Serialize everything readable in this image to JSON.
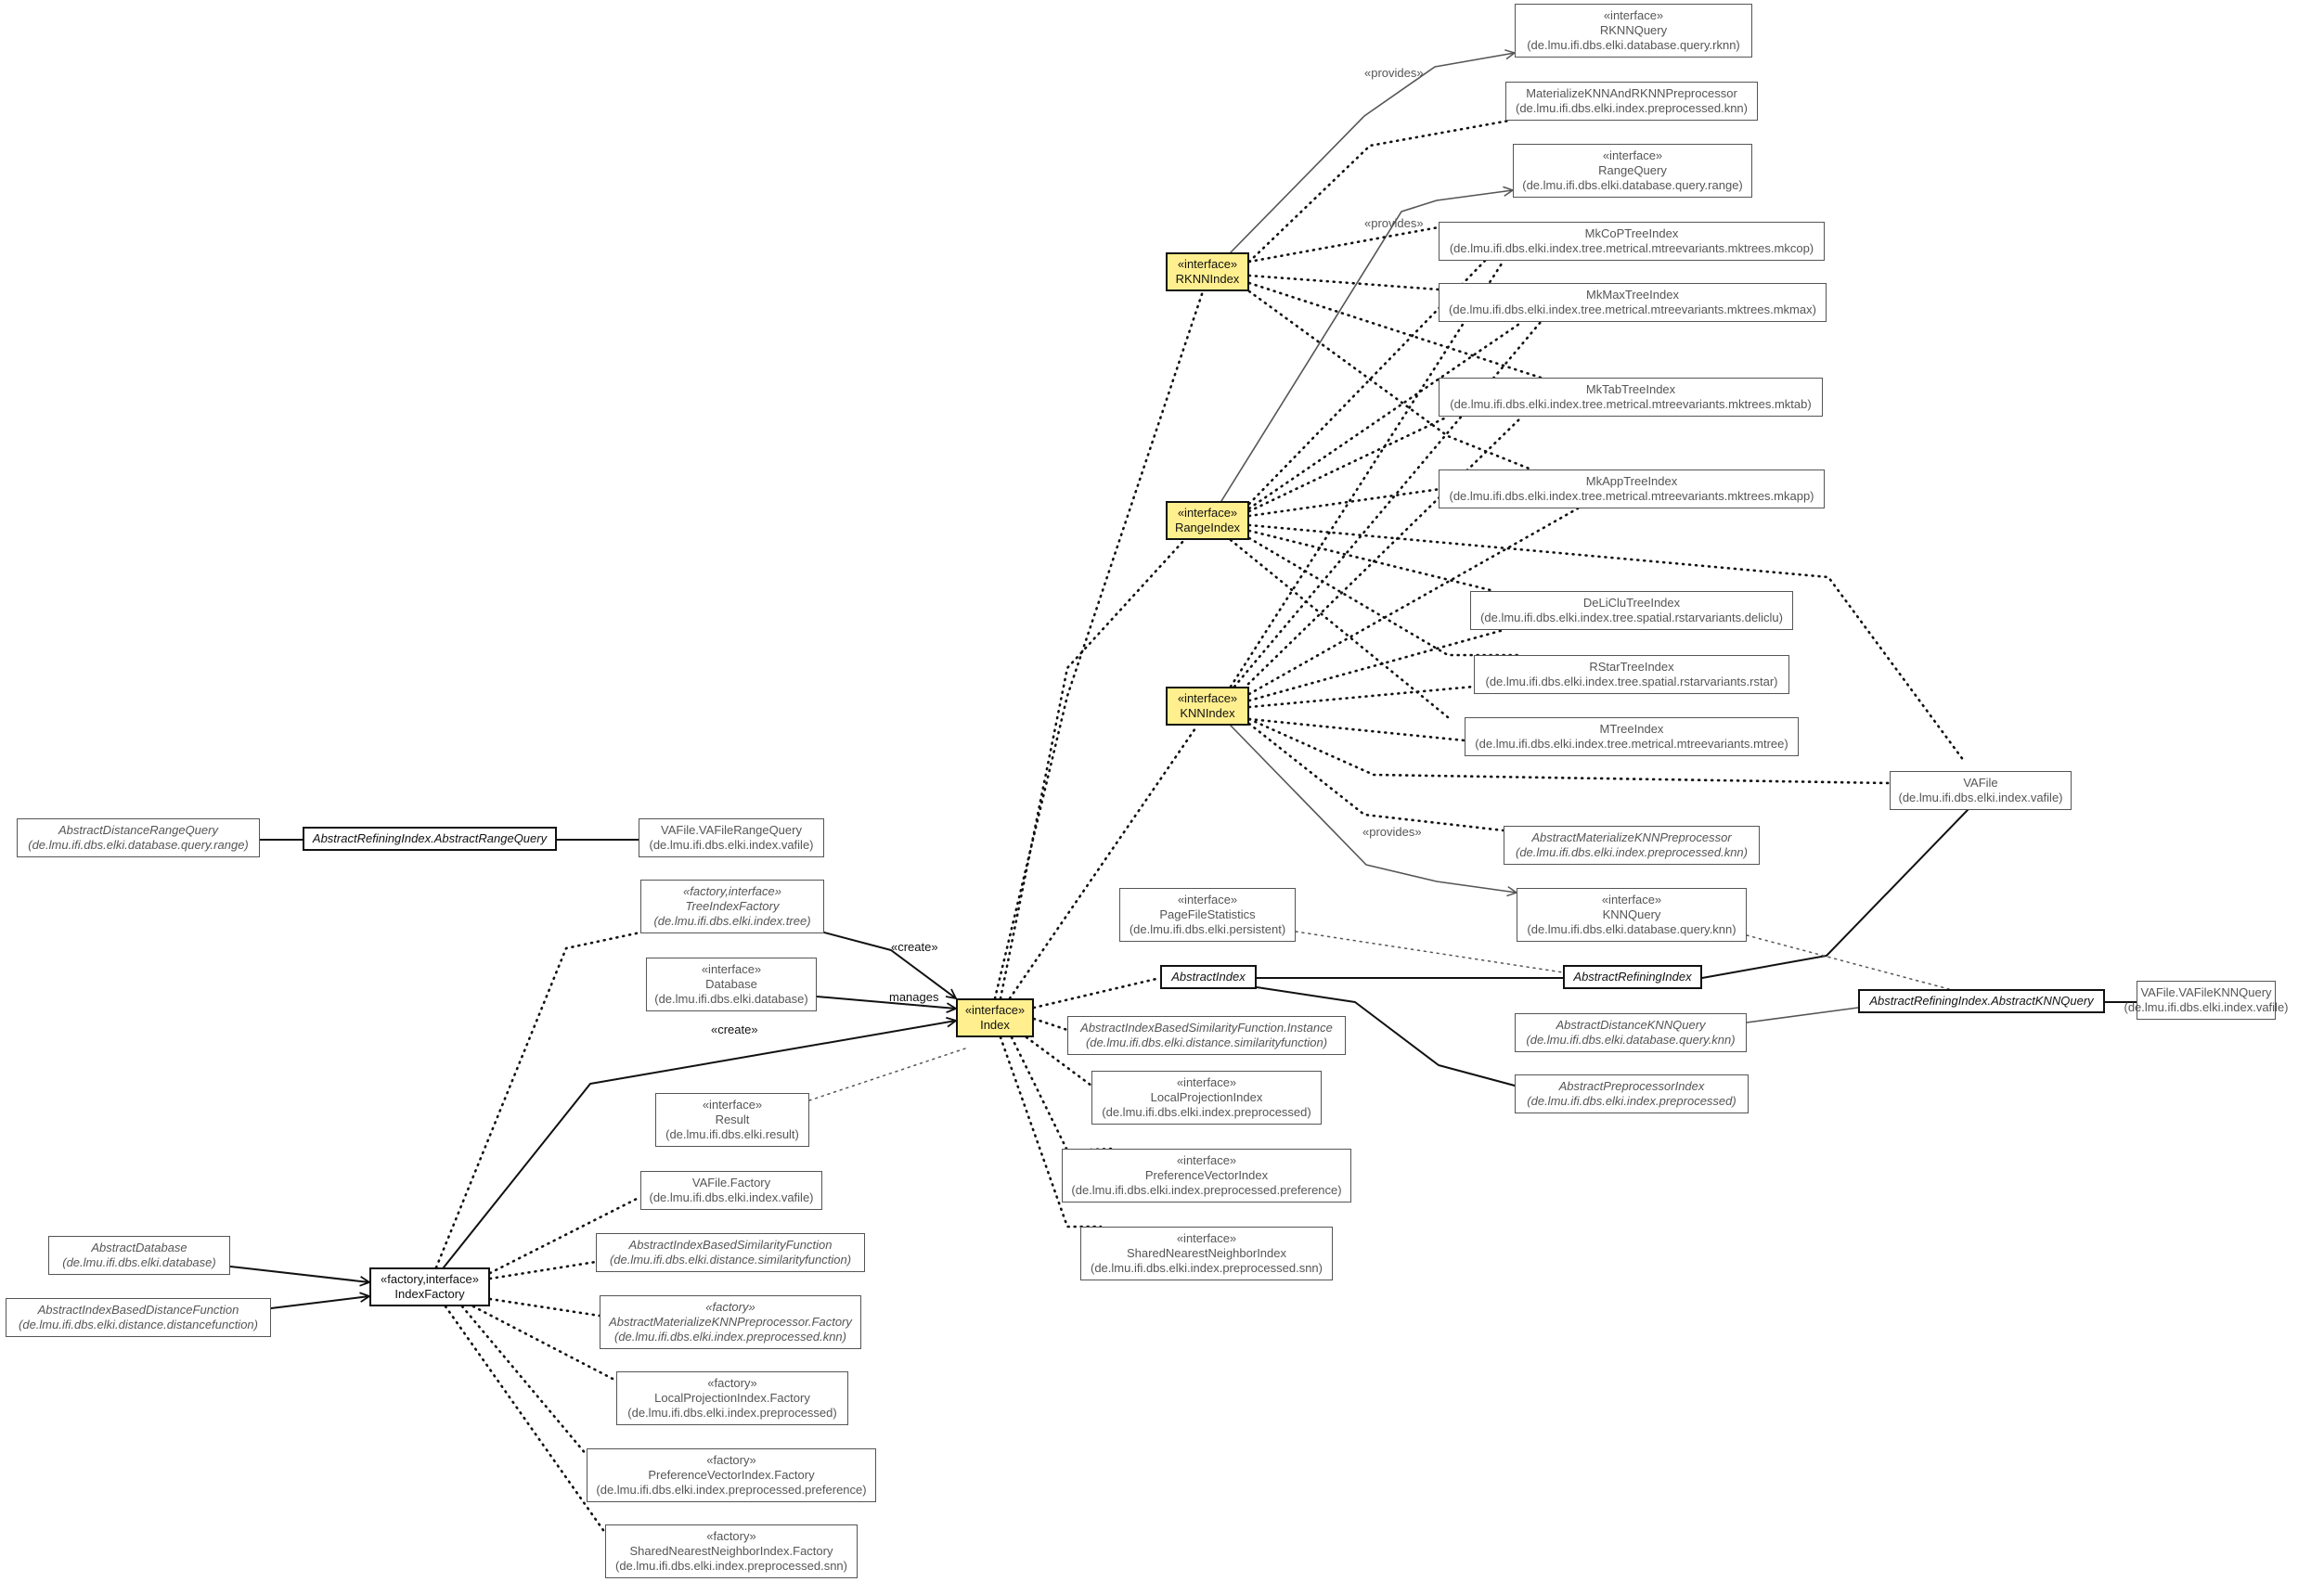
{
  "nodes": [
    {
      "id": "RKNNQuery",
      "lines": [
        "«interface»",
        "RKNNQuery",
        "(de.lmu.ifi.dbs.elki.database.query.rknn)"
      ],
      "style": "normal"
    },
    {
      "id": "MatRKNN",
      "lines": [
        "MaterializeKNNAndRKNNPreprocessor",
        "(de.lmu.ifi.dbs.elki.index.preprocessed.knn)"
      ],
      "style": "normal"
    },
    {
      "id": "RangeQuery",
      "lines": [
        "«interface»",
        "RangeQuery",
        "(de.lmu.ifi.dbs.elki.database.query.range)"
      ],
      "style": "normal"
    },
    {
      "id": "MkCoP",
      "lines": [
        "MkCoPTreeIndex",
        "(de.lmu.ifi.dbs.elki.index.tree.metrical.mtreevariants.mktrees.mkcop)"
      ],
      "style": "normal"
    },
    {
      "id": "MkMax",
      "lines": [
        "MkMaxTreeIndex",
        "(de.lmu.ifi.dbs.elki.index.tree.metrical.mtreevariants.mktrees.mkmax)"
      ],
      "style": "normal"
    },
    {
      "id": "MkTab",
      "lines": [
        "MkTabTreeIndex",
        "(de.lmu.ifi.dbs.elki.index.tree.metrical.mtreevariants.mktrees.mktab)"
      ],
      "style": "normal"
    },
    {
      "id": "MkApp",
      "lines": [
        "MkAppTreeIndex",
        "(de.lmu.ifi.dbs.elki.index.tree.metrical.mtreevariants.mktrees.mkapp)"
      ],
      "style": "normal"
    },
    {
      "id": "DeLiClu",
      "lines": [
        "DeLiCluTreeIndex",
        "(de.lmu.ifi.dbs.elki.index.tree.spatial.rstarvariants.deliclu)"
      ],
      "style": "normal"
    },
    {
      "id": "RStar",
      "lines": [
        "RStarTreeIndex",
        "(de.lmu.ifi.dbs.elki.index.tree.spatial.rstarvariants.rstar)"
      ],
      "style": "normal"
    },
    {
      "id": "MTree",
      "lines": [
        "MTreeIndex",
        "(de.lmu.ifi.dbs.elki.index.tree.metrical.mtreevariants.mtree)"
      ],
      "style": "normal"
    },
    {
      "id": "VAFile",
      "lines": [
        "VAFile",
        "(de.lmu.ifi.dbs.elki.index.vafile)"
      ],
      "style": "normal"
    },
    {
      "id": "AbsMatKNN",
      "lines": [
        "AbstractMaterializeKNNPreprocessor",
        "(de.lmu.ifi.dbs.elki.index.preprocessed.knn)"
      ],
      "style": "abstract"
    },
    {
      "id": "KNNQuery",
      "lines": [
        "«interface»",
        "KNNQuery",
        "(de.lmu.ifi.dbs.elki.database.query.knn)"
      ],
      "style": "normal"
    },
    {
      "id": "PageFileStats",
      "lines": [
        "«interface»",
        "PageFileStatistics",
        "(de.lmu.ifi.dbs.elki.persistent)"
      ],
      "style": "normal"
    },
    {
      "id": "AbstractIndex",
      "lines": [
        "AbstractIndex"
      ],
      "style": "bold-abstract"
    },
    {
      "id": "AbstractRefiningIndex",
      "lines": [
        "AbstractRefiningIndex"
      ],
      "style": "bold-abstract"
    },
    {
      "id": "ARIKNNQuery",
      "lines": [
        "AbstractRefiningIndex.AbstractKNNQuery"
      ],
      "style": "bold-abstract"
    },
    {
      "id": "VAFileKNNQuery",
      "lines": [
        "VAFile.VAFileKNNQuery",
        "(de.lmu.ifi.dbs.elki.index.vafile)"
      ],
      "style": "normal"
    },
    {
      "id": "AbsDistKNNQuery",
      "lines": [
        "AbstractDistanceKNNQuery",
        "(de.lmu.ifi.dbs.elki.database.query.knn)"
      ],
      "style": "abstract"
    },
    {
      "id": "AbsPreprocIndex",
      "lines": [
        "AbstractPreprocessorIndex",
        "(de.lmu.ifi.dbs.elki.index.preprocessed)"
      ],
      "style": "abstract"
    },
    {
      "id": "RKNNIndex",
      "lines": [
        "«interface»",
        "RKNNIndex"
      ],
      "style": "highlight"
    },
    {
      "id": "RangeIndex",
      "lines": [
        "«interface»",
        "RangeIndex"
      ],
      "style": "highlight"
    },
    {
      "id": "KNNIndex",
      "lines": [
        "«interface»",
        "KNNIndex"
      ],
      "style": "highlight"
    },
    {
      "id": "Index",
      "lines": [
        "«interface»",
        "Index"
      ],
      "style": "highlight"
    },
    {
      "id": "AbsDistRangeQuery",
      "lines": [
        "AbstractDistanceRangeQuery",
        "(de.lmu.ifi.dbs.elki.database.query.range)"
      ],
      "style": "abstract"
    },
    {
      "id": "ARIRangeQuery",
      "lines": [
        "AbstractRefiningIndex.AbstractRangeQuery"
      ],
      "style": "bold-abstract"
    },
    {
      "id": "VAFileRangeQuery",
      "lines": [
        "VAFile.VAFileRangeQuery",
        "(de.lmu.ifi.dbs.elki.index.vafile)"
      ],
      "style": "normal"
    },
    {
      "id": "TreeIndexFactory",
      "lines": [
        "«factory,interface»",
        "TreeIndexFactory",
        "(de.lmu.ifi.dbs.elki.index.tree)"
      ],
      "style": "abstract"
    },
    {
      "id": "Database",
      "lines": [
        "«interface»",
        "Database",
        "(de.lmu.ifi.dbs.elki.database)"
      ],
      "style": "normal"
    },
    {
      "id": "Result",
      "lines": [
        "«interface»",
        "Result",
        "(de.lmu.ifi.dbs.elki.result)"
      ],
      "style": "normal"
    },
    {
      "id": "VAFileFactory",
      "lines": [
        "VAFile.Factory",
        "(de.lmu.ifi.dbs.elki.index.vafile)"
      ],
      "style": "normal"
    },
    {
      "id": "AbsIBSFInstance",
      "lines": [
        "AbstractIndexBasedSimilarityFunction.Instance",
        "(de.lmu.ifi.dbs.elki.distance.similarityfunction)"
      ],
      "style": "abstract"
    },
    {
      "id": "LocalProjIndex",
      "lines": [
        "«interface»",
        "LocalProjectionIndex",
        "(de.lmu.ifi.dbs.elki.index.preprocessed)"
      ],
      "style": "normal"
    },
    {
      "id": "PrefVecIndex",
      "lines": [
        "«interface»",
        "PreferenceVectorIndex",
        "(de.lmu.ifi.dbs.elki.index.preprocessed.preference)"
      ],
      "style": "normal"
    },
    {
      "id": "SNNIndex",
      "lines": [
        "«interface»",
        "SharedNearestNeighborIndex",
        "(de.lmu.ifi.dbs.elki.index.preprocessed.snn)"
      ],
      "style": "normal"
    },
    {
      "id": "AbstractDatabase",
      "lines": [
        "AbstractDatabase",
        "(de.lmu.ifi.dbs.elki.database)"
      ],
      "style": "abstract"
    },
    {
      "id": "AbsIBDF",
      "lines": [
        "AbstractIndexBasedDistanceFunction",
        "(de.lmu.ifi.dbs.elki.distance.distancefunction)"
      ],
      "style": "abstract"
    },
    {
      "id": "IndexFactory",
      "lines": [
        "«factory,interface»",
        "IndexFactory"
      ],
      "style": "bold"
    },
    {
      "id": "AbsIBSF",
      "lines": [
        "AbstractIndexBasedSimilarityFunction",
        "(de.lmu.ifi.dbs.elki.distance.similarityfunction)"
      ],
      "style": "abstract"
    },
    {
      "id": "AbsMatKNNFactory",
      "lines": [
        "«factory»",
        "AbstractMaterializeKNNPreprocessor.Factory",
        "(de.lmu.ifi.dbs.elki.index.preprocessed.knn)"
      ],
      "style": "abstract"
    },
    {
      "id": "LocalProjFactory",
      "lines": [
        "«factory»",
        "LocalProjectionIndex.Factory",
        "(de.lmu.ifi.dbs.elki.index.preprocessed)"
      ],
      "style": "normal"
    },
    {
      "id": "PrefVecFactory",
      "lines": [
        "«factory»",
        "PreferenceVectorIndex.Factory",
        "(de.lmu.ifi.dbs.elki.index.preprocessed.preference)"
      ],
      "style": "normal"
    },
    {
      "id": "SNNFactory",
      "lines": [
        "«factory»",
        "SharedNearestNeighborIndex.Factory",
        "(de.lmu.ifi.dbs.elki.index.preprocessed.snn)"
      ],
      "style": "normal"
    }
  ],
  "edge_labels": {
    "provides_rknn": "«provides»",
    "provides_range": "«provides»",
    "provides_knn": "«provides»",
    "create_tree": "«create»",
    "manages": "manages",
    "create_factory": "«create»"
  },
  "colors": {
    "highlight": "#ffef8f",
    "dark": "#111111",
    "gray": "#555555"
  }
}
